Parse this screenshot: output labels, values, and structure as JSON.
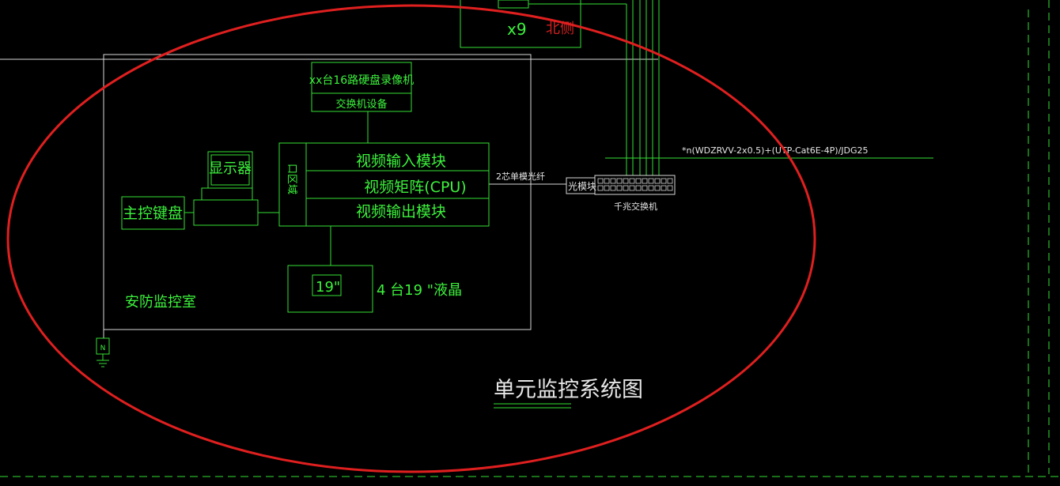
{
  "colors": {
    "background": "#000000",
    "line_green": "#33e033",
    "line_white": "#d8d8d8",
    "annotation_red": "#e01f1f"
  },
  "top_box": {
    "count": "x9",
    "label": "北侧"
  },
  "nvr": {
    "title": "xx台16路硬盘录像机",
    "subtitle": "交换机设备"
  },
  "matrix": {
    "side_label": "口区域",
    "row1": "视频输入模块",
    "row2": "视频矩阵(CPU)",
    "row3": "视频输出模块"
  },
  "monitor_label": "显示器",
  "keyboard_label": "主控键盘",
  "lcd": {
    "screen": "19\"",
    "label": "4 台19 \"液晶"
  },
  "room_label": "安防监控室",
  "fiber": {
    "cable": "2芯单模光纤",
    "module": "光模块"
  },
  "switch_label": "千兆交换机",
  "cable_spec": "*n(WDZRVV-2x0.5)+(UTP-Cat6E-4P)/JDG25",
  "ground_label": "N",
  "diagram_title": "单元监控系统图"
}
